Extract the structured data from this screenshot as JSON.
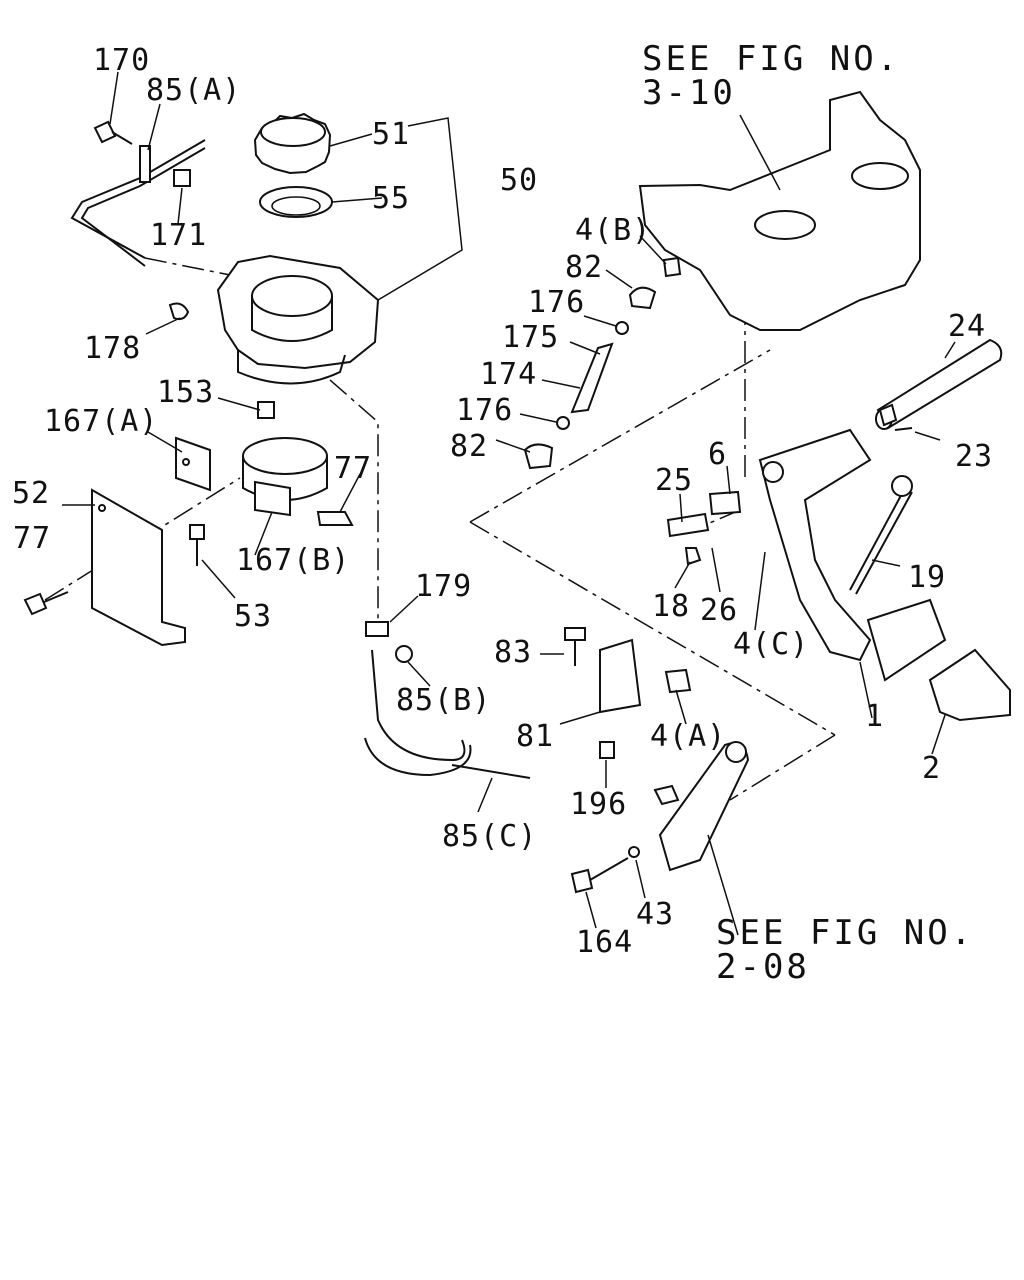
{
  "references": {
    "top": {
      "line1": "SEE FIG NO.",
      "line2": "3-10"
    },
    "bottom": {
      "line1": "SEE FIG NO.",
      "line2": "2-08"
    }
  },
  "labels": {
    "p170": "170",
    "p85a": "85(A)",
    "p171": "171",
    "p51": "51",
    "p55": "55",
    "p50": "50",
    "p178": "178",
    "p153": "153",
    "p167a": "167(A)",
    "p77a": "77",
    "p52": "52",
    "p77b": "77",
    "p167b": "167(B)",
    "p53": "53",
    "p179": "179",
    "p85b": "85(B)",
    "p85c": "85(C)",
    "p4b": "4(B)",
    "p82a": "82",
    "p176a": "176",
    "p175": "175",
    "p174": "174",
    "p176b": "176",
    "p82b": "82",
    "p24": "24",
    "p23": "23",
    "p6": "6",
    "p25": "25",
    "p18": "18",
    "p26": "26",
    "p4c": "4(C)",
    "p19": "19",
    "p83": "83",
    "p81": "81",
    "p4a": "4(A)",
    "p196": "196",
    "p1": "1",
    "p2": "2",
    "p43": "43",
    "p164": "164"
  }
}
